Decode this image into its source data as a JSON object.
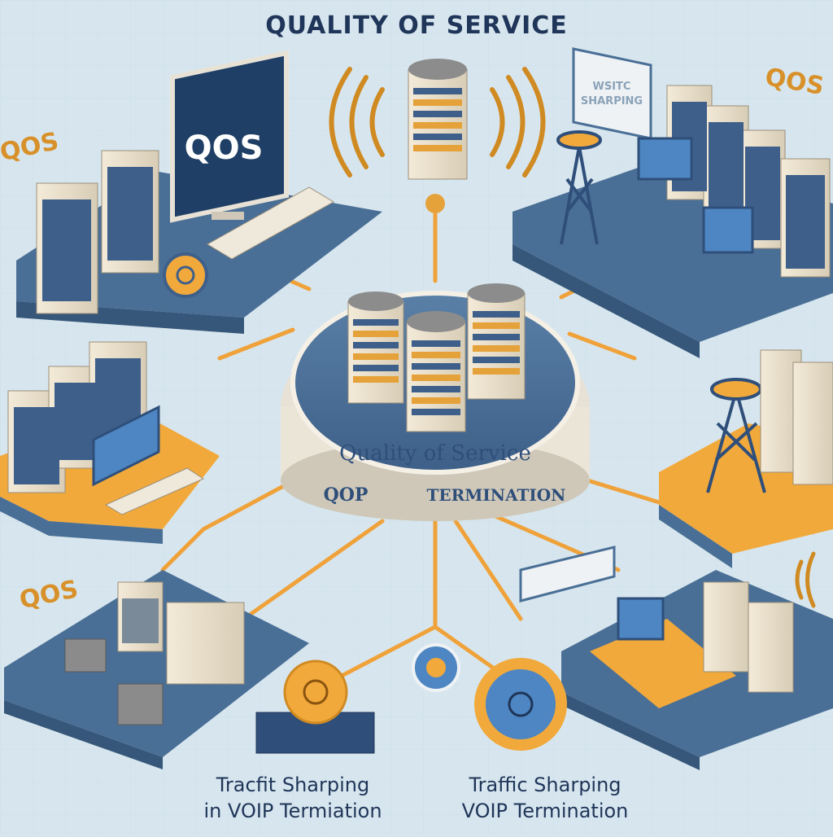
{
  "title": "QUALITY OF SERVICE",
  "hub": {
    "label": "Quality of Service",
    "ring_left": "QOP",
    "ring_right": "TERMINATION"
  },
  "monitor_label": "QOS",
  "qos_badges": [
    "QOS",
    "QOS",
    "QOS"
  ],
  "sign_top_right": [
    "WSITC",
    "SHARPING"
  ],
  "captions": {
    "left": [
      "Tracfit Sharping",
      "in VOIP Termiation"
    ],
    "right": [
      "Traffic Sharping",
      "VOIP Termination"
    ]
  },
  "colors": {
    "background": "#d7e6ee",
    "platform_blue": "#4a6f96",
    "platform_orange": "#f2a93b",
    "link_orange": "#f0a23a",
    "title_navy": "#1f3559"
  }
}
